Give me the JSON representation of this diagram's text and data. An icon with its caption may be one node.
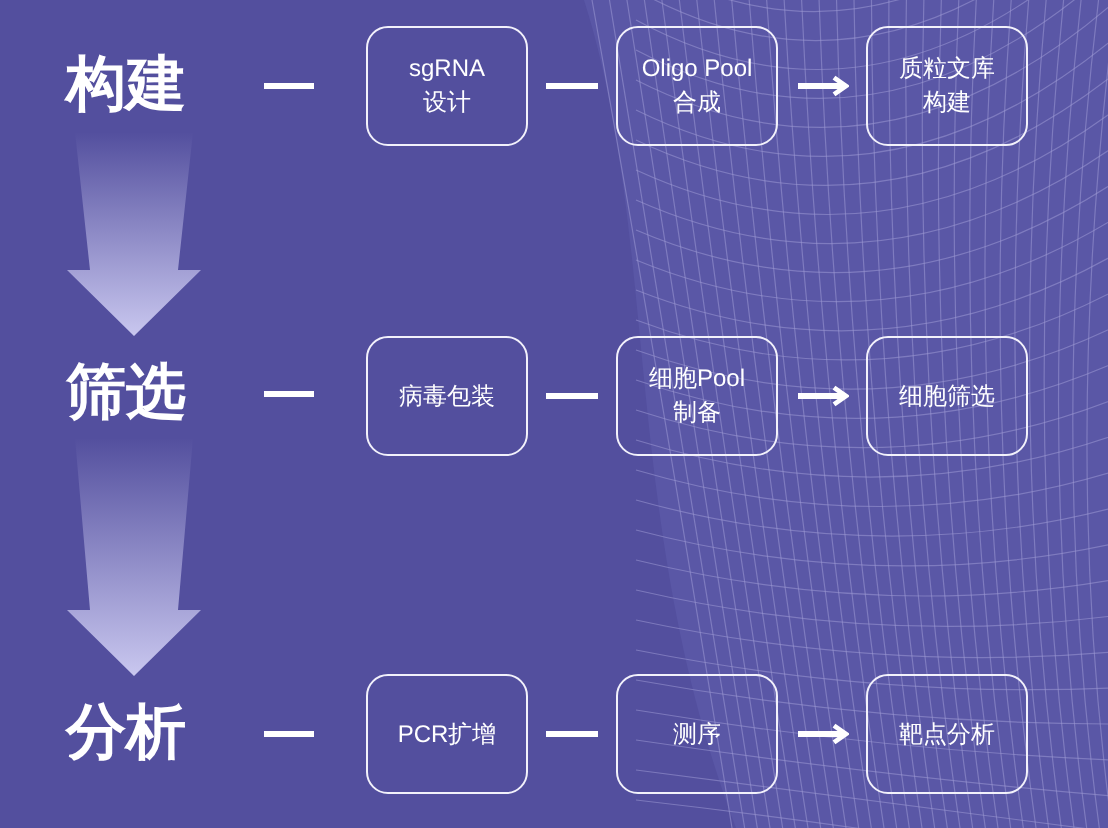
{
  "diagram": {
    "nodes": [
      {
        "text": [
          "构建"
        ]
      },
      {
        "text": [
          "sgRNA设计"
        ]
      },
      {
        "text": [
          "Oligo Pool合成"
        ]
      },
      {
        "text": [
          "质粒文库构建"
        ]
      },
      {
        "text": [
          "筛选"
        ]
      },
      {
        "text": [
          "病毒包装"
        ]
      },
      {
        "text": [
          "细胞Pool制备"
        ]
      },
      {
        "text": [
          "细胞筛选"
        ]
      },
      {
        "text": [
          "分析"
        ]
      },
      {
        "text": [
          "PCR扩增"
        ]
      },
      {
        "text": [
          "测序"
        ]
      },
      {
        "text": [
          "靶点分析"
        ]
      }
    ],
    "edges": [
      {
        "from": 0,
        "to": 1,
        "arrow": "none"
      },
      {
        "from": 1,
        "to": 2,
        "arrow": "none"
      },
      {
        "from": 2,
        "to": 3,
        "arrow": "to"
      },
      {
        "from": 0,
        "to": 4,
        "arrow": "to",
        "style": "thick"
      },
      {
        "from": 4,
        "to": 5,
        "arrow": "none"
      },
      {
        "from": 5,
        "to": 6,
        "arrow": "none"
      },
      {
        "from": 6,
        "to": 7,
        "arrow": "to"
      },
      {
        "from": 4,
        "to": 8,
        "arrow": "to",
        "style": "thick"
      },
      {
        "from": 8,
        "to": 9,
        "arrow": "none"
      },
      {
        "from": 9,
        "to": 10,
        "arrow": "none"
      },
      {
        "from": 10,
        "to": 11,
        "arrow": "to"
      }
    ]
  }
}
